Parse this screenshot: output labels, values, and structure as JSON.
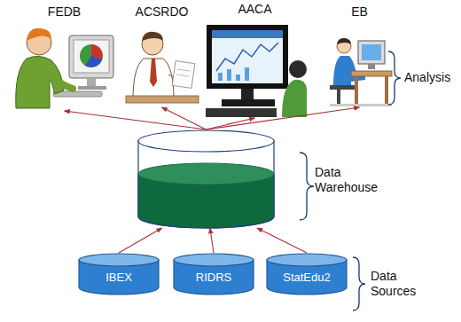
{
  "diagram": {
    "nodes": [
      {
        "text": [
          "FEDB"
        ]
      },
      {
        "text": [
          "ACSRDO"
        ]
      },
      {
        "text": [
          "AACA"
        ]
      },
      {
        "text": [
          "EB"
        ]
      },
      {
        "text": [
          "Data Warehouse"
        ]
      },
      {
        "text": [
          "IBEX"
        ]
      },
      {
        "text": [
          "RIDRS"
        ]
      },
      {
        "text": [
          "StatEdu2"
        ]
      }
    ],
    "edges": [
      {
        "from": 5,
        "to": 4,
        "arrow": "to"
      },
      {
        "from": 6,
        "to": 4,
        "arrow": "to"
      },
      {
        "from": 7,
        "to": 4,
        "arrow": "to"
      },
      {
        "from": 4,
        "to": 0,
        "arrow": "to"
      },
      {
        "from": 4,
        "to": 1,
        "arrow": "to"
      },
      {
        "from": 4,
        "to": 2,
        "arrow": "to"
      },
      {
        "from": 4,
        "to": 3,
        "arrow": "to"
      }
    ],
    "labels": [
      "Analysis",
      "Data Sources"
    ]
  }
}
